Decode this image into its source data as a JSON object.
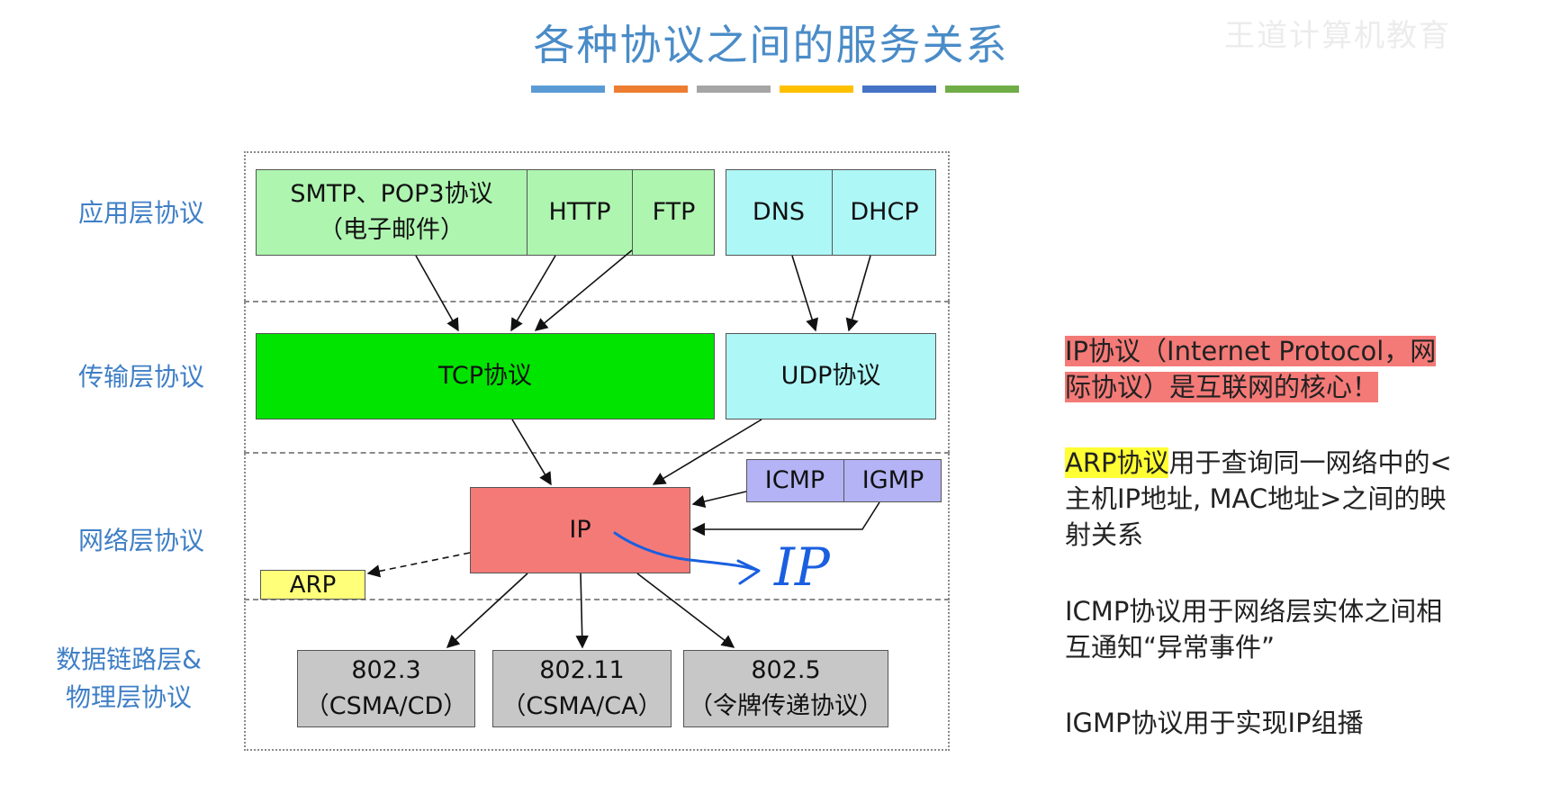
{
  "title": "各种协议之间的服务关系",
  "watermark": "王道计算机教育",
  "title_bar_colors": [
    "#5b9bd5",
    "#ed7d31",
    "#a5a5a5",
    "#ffc000",
    "#4472c4",
    "#70ad47"
  ],
  "layers": {
    "application": "应用层协议",
    "transport": "传输层协议",
    "network": "网络层协议",
    "link_line1": "数据链路层&",
    "link_line2": "物理层协议"
  },
  "boxes": {
    "smtp_line1": "SMTP、POP3协议",
    "smtp_line2": "（电子邮件）",
    "http": "HTTP",
    "ftp": "FTP",
    "dns": "DNS",
    "dhcp": "DHCP",
    "tcp": "TCP协议",
    "udp": "UDP协议",
    "icmp": "ICMP",
    "igmp": "IGMP",
    "ip": "IP",
    "arp": "ARP",
    "eth_line1": "802.3",
    "eth_line2": "（CSMA/CD）",
    "wifi_line1": "802.11",
    "wifi_line2": "（CSMA/CA）",
    "token_line1": "802.5",
    "token_line2": "（令牌传递协议）"
  },
  "handwriting": "IP",
  "notes": {
    "ip_note": "IP协议（Internet Protocol，网际协议）是互联网的核心！",
    "arp_highlight": "ARP协议",
    "arp_rest": "用于查询同一网络中的<主机IP地址, MAC地址>之间的映射关系",
    "icmp_note": "ICMP协议用于网络层实体之间相互通知“异常事件”",
    "igmp_note": "IGMP协议用于实现IP组播"
  },
  "colors": {
    "title": "#4a8cc8",
    "layer_label": "#3f7fc6",
    "application_tcp_side": "#aef5b0",
    "application_udp_side": "#aef7f7",
    "tcp": "#00e400",
    "udp": "#aef7f7",
    "icmp_igmp": "#b3b3f5",
    "ip": "#f47a77",
    "arp": "#ffff7a",
    "link": "#c7c7c7",
    "ip_note_highlight": "#f47a77",
    "arp_note_highlight": "#ffff33",
    "handwriting": "#1a5fe0"
  }
}
